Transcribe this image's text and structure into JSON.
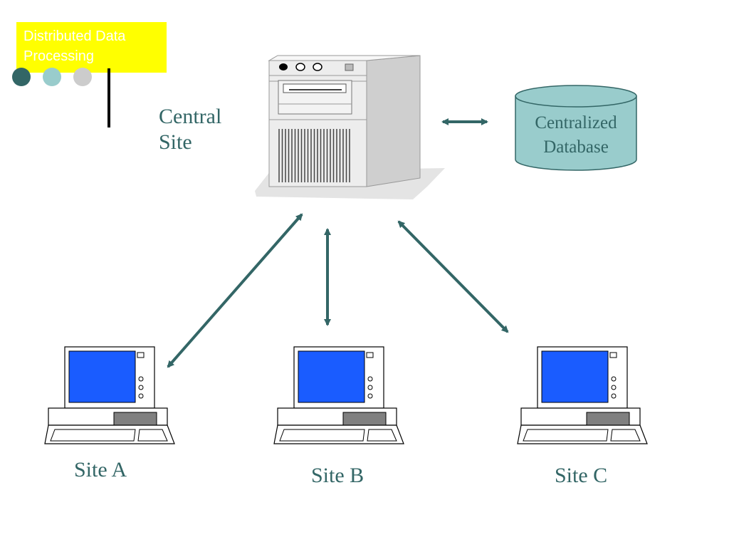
{
  "slide": {
    "title": "Distributed Data Processing"
  },
  "diagram": {
    "central_site": {
      "label": "Central Site",
      "line1": "Central",
      "line2": "Site"
    },
    "database": {
      "line1": "Centralized",
      "line2": "Database"
    },
    "sites": [
      {
        "label": "Site A"
      },
      {
        "label": "Site B"
      },
      {
        "label": "Site C"
      }
    ]
  },
  "colors": {
    "accent": "#336666",
    "title_bg": "#ffff00",
    "screen": "#1a5cff",
    "database_fill": "#99cccc"
  },
  "icons": [
    "server-icon",
    "database-icon",
    "computer-icon"
  ]
}
